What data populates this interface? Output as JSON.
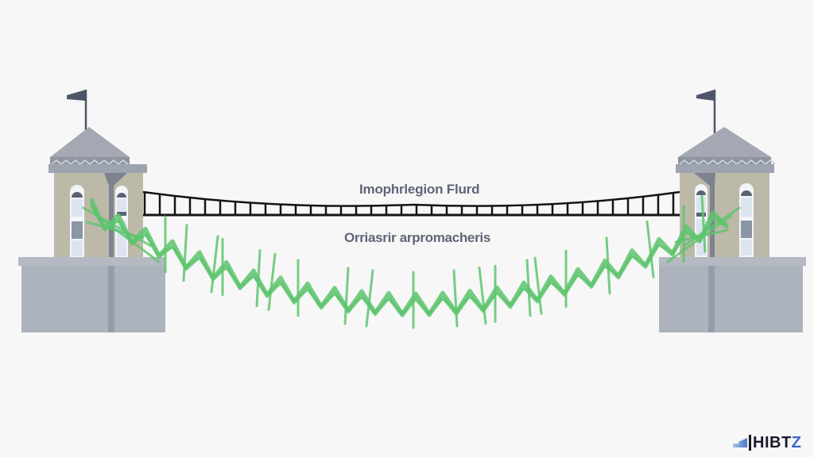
{
  "scene": {
    "upper_label": "Imophrlegion Flurd",
    "lower_label": "Orriasrir arpromacheris",
    "logo": {
      "text": "HIBT",
      "suffix": "Z"
    }
  },
  "colors": {
    "background": "#f7f7f7",
    "tower_wall": "#bdb9a8",
    "tower_roof": "#a3a8b3",
    "tower_base": "#adb3bd",
    "flag": "#4d5667",
    "bridge": "#141414",
    "vine": "#5ec46e",
    "window_glass": "#dbe4ef",
    "text": "#5f6577"
  }
}
